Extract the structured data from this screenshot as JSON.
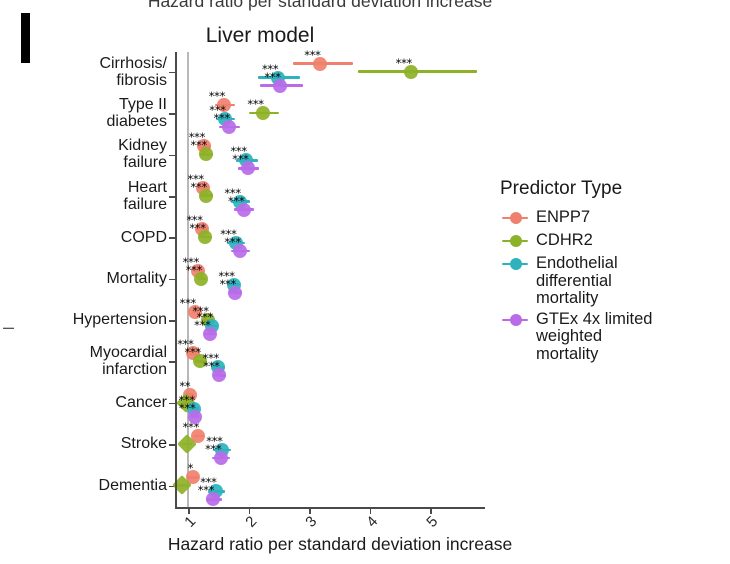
{
  "figure": {
    "top_title_cropped": "Hazard ratio per standard deviation increase",
    "panel_title": "Liver model",
    "x_axis_title": "Hazard ratio per standard deviation increase",
    "edge_fragment": "l",
    "colors": {
      "enpp7": "#F0806E",
      "cdhr2": "#8DB127",
      "endothelial": "#2EB3BE",
      "gtex": "#B96BE8",
      "reference_line": "#b8b8b8",
      "axis": "#4a4a4a",
      "background": "#ffffff"
    }
  },
  "legend": {
    "title": "Predictor Type",
    "items": [
      {
        "label": "ENPP7",
        "color": "#F0806E",
        "key": "enpp7"
      },
      {
        "label": "CDHR2",
        "color": "#8DB127",
        "key": "cdhr2"
      },
      {
        "label": "Endothelial\ndifferential\nmortality",
        "color": "#2EB3BE",
        "key": "endothelial"
      },
      {
        "label": "GTEx 4x limited\nweighted\nmortality",
        "color": "#B96BE8",
        "key": "gtex"
      }
    ]
  },
  "chart_data": {
    "type": "scatter",
    "title": "Liver model",
    "xlabel": "Hazard ratio per standard deviation increase",
    "ylabel": "",
    "xlim": [
      0.55,
      5.7
    ],
    "xticks": [
      1,
      2,
      3,
      4,
      5
    ],
    "xtick_labels": [
      "1",
      "2",
      "3",
      "4",
      "5"
    ],
    "reference_x": 1,
    "grid": false,
    "legend_position": "right",
    "categories": [
      "Cirrhosis/\nfibrosis",
      "Type II\ndiabetes",
      "Kidney\nfailure",
      "Heart\nfailure",
      "COPD",
      "Mortality",
      "Hypertension",
      "Myocardial\ninfarction",
      "Cancer",
      "Stroke",
      "Dementia"
    ],
    "series": [
      {
        "name": "ENPP7",
        "color": "#F0806E",
        "values": [
          3.18,
          1.6,
          1.27,
          1.25,
          1.23,
          1.17,
          1.12,
          1.08,
          1.03,
          1.17,
          1.08
        ],
        "ci_low": [
          2.73,
          1.44,
          1.17,
          1.16,
          1.14,
          1.1,
          1.06,
          1.02,
          0.97,
          1.08,
          0.99
        ],
        "ci_high": [
          3.72,
          1.77,
          1.38,
          1.35,
          1.33,
          1.25,
          1.18,
          1.15,
          1.1,
          1.27,
          1.18
        ],
        "significance": [
          "***",
          "***",
          "***",
          "***",
          "***",
          "***",
          "***",
          "***",
          "**",
          "***",
          "*"
        ]
      },
      {
        "name": "CDHR2",
        "color": "#8DB127",
        "values": [
          4.69,
          2.24,
          1.3,
          1.3,
          1.28,
          1.22,
          1.33,
          1.2,
          0.97,
          0.98,
          0.9
        ],
        "ci_low": [
          3.81,
          2.0,
          1.2,
          1.2,
          1.18,
          1.15,
          1.25,
          1.12,
          0.91,
          0.9,
          0.82
        ],
        "ci_high": [
          5.78,
          2.51,
          1.41,
          1.41,
          1.39,
          1.3,
          1.41,
          1.28,
          1.04,
          1.07,
          0.99
        ],
        "significance": [
          "***",
          "***",
          "***",
          "***",
          "***",
          "***",
          "***",
          "***",
          "",
          "",
          ""
        ]
      },
      {
        "name": "Endothelial differential mortality",
        "color": "#2EB3BE",
        "values": [
          2.48,
          1.61,
          1.96,
          1.86,
          1.79,
          1.76,
          1.4,
          1.5,
          1.1,
          1.56,
          1.46
        ],
        "ci_low": [
          2.16,
          1.46,
          1.79,
          1.71,
          1.65,
          1.66,
          1.31,
          1.4,
          1.03,
          1.42,
          1.33
        ],
        "ci_high": [
          2.85,
          1.78,
          2.15,
          2.02,
          1.94,
          1.86,
          1.5,
          1.61,
          1.18,
          1.71,
          1.61
        ],
        "significance": [
          "***",
          "***",
          "***",
          "***",
          "***",
          "***",
          "***",
          "***",
          "***",
          "***",
          "***"
        ]
      },
      {
        "name": "GTEx 4x limited weighted mortality",
        "color": "#B96BE8",
        "values": [
          2.52,
          1.68,
          1.99,
          1.92,
          1.86,
          1.78,
          1.36,
          1.51,
          1.11,
          1.54,
          1.42
        ],
        "ci_low": [
          2.19,
          1.52,
          1.82,
          1.76,
          1.71,
          1.68,
          1.27,
          1.41,
          1.04,
          1.4,
          1.29
        ],
        "ci_high": [
          2.9,
          1.86,
          2.18,
          2.09,
          2.02,
          1.89,
          1.46,
          1.62,
          1.19,
          1.69,
          1.57
        ],
        "significance": [
          "***",
          "***",
          "***",
          "***",
          "***",
          "***",
          "***",
          "***",
          "***",
          "***",
          "***"
        ]
      }
    ]
  }
}
